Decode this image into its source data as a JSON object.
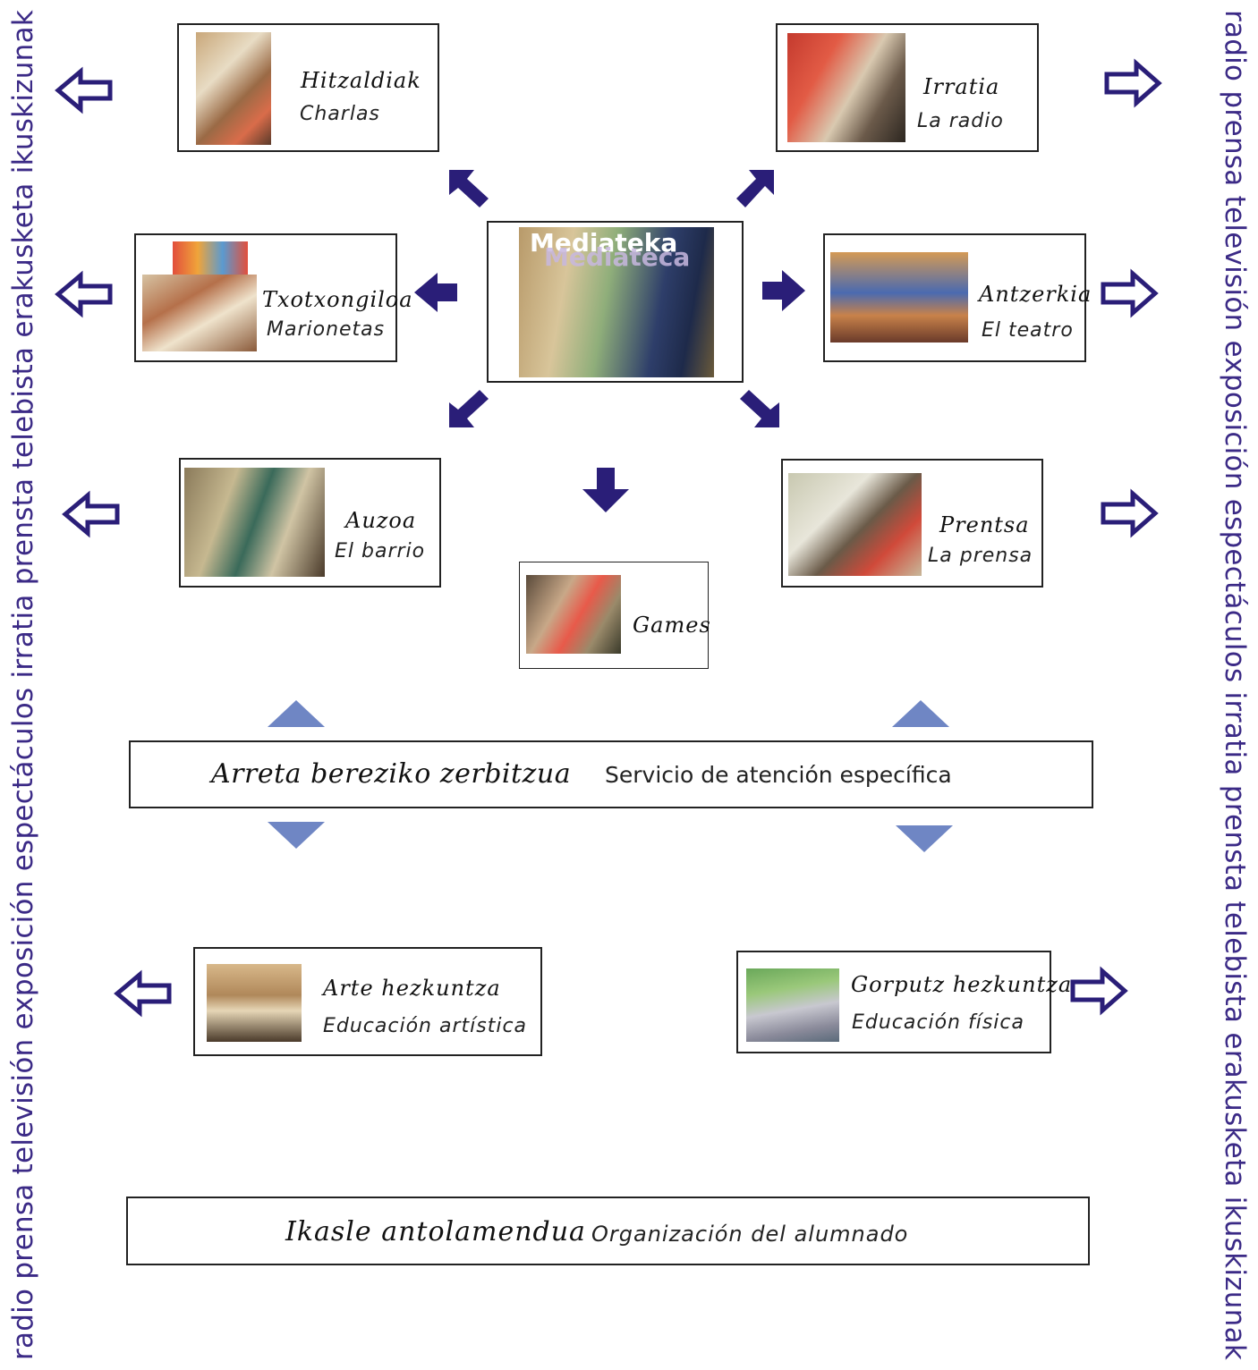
{
  "side_text": {
    "left": "radio prensa televisión exposición espectáculos irratia prensta telebista erakusketa ikuskizunak",
    "right": "radio prensa televisión exposición espectáculos irratia prensta telebista erakusketa ikuskizunak"
  },
  "center": {
    "title_eu": "Mediateka",
    "title_es": "Mediateca"
  },
  "nodes": {
    "hitzaldiak": {
      "eu": "Hitzaldiak",
      "es": "Charlas"
    },
    "irratia": {
      "eu": "Irratia",
      "es": "La radio"
    },
    "txotxongiloa": {
      "eu": "Txotxongiloa",
      "es": "Marionetas"
    },
    "antzerkia": {
      "eu": "Antzerkia",
      "es": "El teatro"
    },
    "auzoa": {
      "eu": "Auzoa",
      "es": "El barrio"
    },
    "prentsa": {
      "eu": "Prentsa",
      "es": "La prensa"
    },
    "games": {
      "eu": "Games"
    },
    "arte": {
      "eu": "Arte hezkuntza",
      "es": "Educación artística"
    },
    "gorputz": {
      "eu": "Gorputz hezkuntza",
      "es": "Educación física"
    }
  },
  "service": {
    "eu": "Arreta bereziko zerbitzua",
    "es": "Servicio de atención específica"
  },
  "organization": {
    "eu": "Ikasle antolamendua",
    "es": "Organización del alumnado"
  },
  "colors": {
    "arrow_dark": "#2a1e78",
    "triangle": "#6f86c4",
    "side_text": "#3b2a86"
  }
}
